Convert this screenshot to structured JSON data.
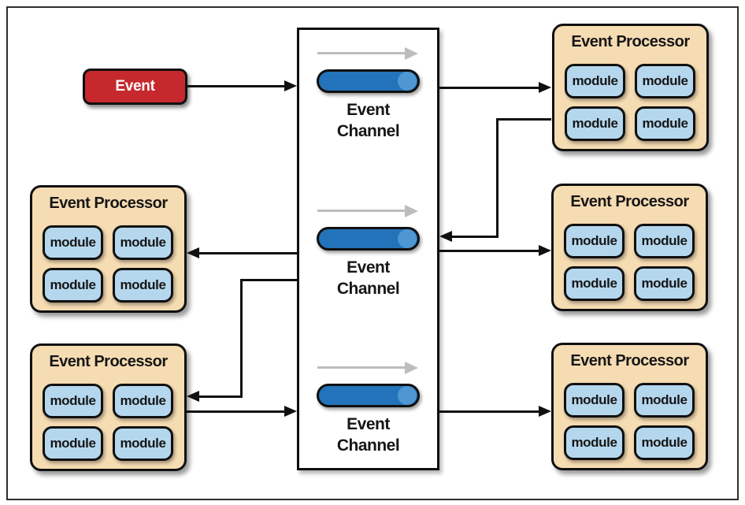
{
  "diagram": {
    "event": {
      "label": "Event"
    },
    "channels": [
      {
        "line1": "Event",
        "line2": "Channel"
      },
      {
        "line1": "Event",
        "line2": "Channel"
      },
      {
        "line1": "Event",
        "line2": "Channel"
      }
    ],
    "processors": [
      {
        "title": "Event Processor",
        "modules": [
          "module",
          "module",
          "module",
          "module"
        ]
      },
      {
        "title": "Event Processor",
        "modules": [
          "module",
          "module",
          "module",
          "module"
        ]
      },
      {
        "title": "Event Processor",
        "modules": [
          "module",
          "module",
          "module",
          "module"
        ]
      },
      {
        "title": "Event Processor",
        "modules": [
          "module",
          "module",
          "module",
          "module"
        ]
      },
      {
        "title": "Event Processor",
        "modules": [
          "module",
          "module",
          "module",
          "module"
        ]
      }
    ],
    "colors": {
      "event_fill": "#c5292e",
      "processor_fill": "#f6dcb2",
      "module_fill": "#b5d7ee",
      "channel_fill": "#2273b9",
      "channel_cap_fill": "#4f97d2",
      "connector": "#101010",
      "flow_arrow": "#bdbdbd"
    }
  }
}
